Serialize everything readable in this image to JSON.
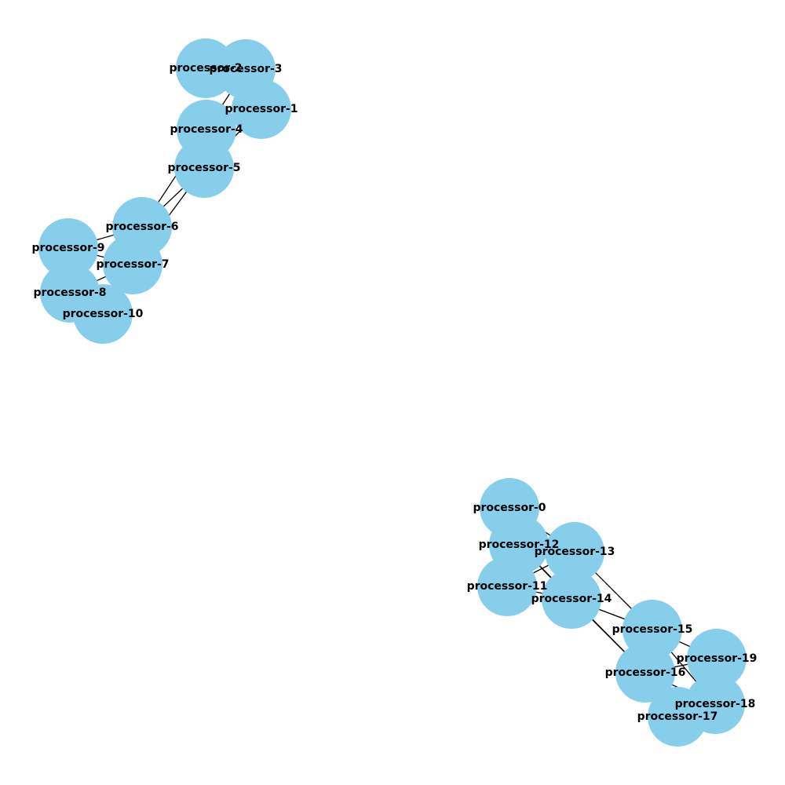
{
  "graph": {
    "node_color": "#87CEEB",
    "edge_color": "#000000",
    "label_color": "#000000",
    "nodes": [
      {
        "id": "processor-0",
        "label": "processor-0"
      },
      {
        "id": "processor-1",
        "label": "processor-1"
      },
      {
        "id": "processor-2",
        "label": "processor-2"
      },
      {
        "id": "processor-3",
        "label": "processor-3"
      },
      {
        "id": "processor-4",
        "label": "processor-4"
      },
      {
        "id": "processor-5",
        "label": "processor-5"
      },
      {
        "id": "processor-6",
        "label": "processor-6"
      },
      {
        "id": "processor-7",
        "label": "processor-7"
      },
      {
        "id": "processor-8",
        "label": "processor-8"
      },
      {
        "id": "processor-9",
        "label": "processor-9"
      },
      {
        "id": "processor-10",
        "label": "processor-10"
      },
      {
        "id": "processor-11",
        "label": "processor-11"
      },
      {
        "id": "processor-12",
        "label": "processor-12"
      },
      {
        "id": "processor-13",
        "label": "processor-13"
      },
      {
        "id": "processor-14",
        "label": "processor-14"
      },
      {
        "id": "processor-15",
        "label": "processor-15"
      },
      {
        "id": "processor-16",
        "label": "processor-16"
      },
      {
        "id": "processor-17",
        "label": "processor-17"
      },
      {
        "id": "processor-18",
        "label": "processor-18"
      },
      {
        "id": "processor-19",
        "label": "processor-19"
      }
    ],
    "edges": [
      [
        "processor-2",
        "processor-3"
      ],
      [
        "processor-2",
        "processor-1"
      ],
      [
        "processor-3",
        "processor-1"
      ],
      [
        "processor-3",
        "processor-4"
      ],
      [
        "processor-1",
        "processor-4"
      ],
      [
        "processor-1",
        "processor-5"
      ],
      [
        "processor-4",
        "processor-5"
      ],
      [
        "processor-4",
        "processor-6"
      ],
      [
        "processor-5",
        "processor-6"
      ],
      [
        "processor-5",
        "processor-7"
      ],
      [
        "processor-6",
        "processor-9"
      ],
      [
        "processor-6",
        "processor-7"
      ],
      [
        "processor-7",
        "processor-9"
      ],
      [
        "processor-7",
        "processor-8"
      ],
      [
        "processor-7",
        "processor-10"
      ],
      [
        "processor-9",
        "processor-8"
      ],
      [
        "processor-8",
        "processor-10"
      ],
      [
        "processor-0",
        "processor-12"
      ],
      [
        "processor-0",
        "processor-13"
      ],
      [
        "processor-12",
        "processor-11"
      ],
      [
        "processor-12",
        "processor-13"
      ],
      [
        "processor-12",
        "processor-14"
      ],
      [
        "processor-12",
        "processor-16"
      ],
      [
        "processor-11",
        "processor-13"
      ],
      [
        "processor-11",
        "processor-14"
      ],
      [
        "processor-13",
        "processor-14"
      ],
      [
        "processor-13",
        "processor-15"
      ],
      [
        "processor-14",
        "processor-15"
      ],
      [
        "processor-14",
        "processor-16"
      ],
      [
        "processor-15",
        "processor-16"
      ],
      [
        "processor-15",
        "processor-19"
      ],
      [
        "processor-15",
        "processor-18"
      ],
      [
        "processor-16",
        "processor-19"
      ],
      [
        "processor-16",
        "processor-17"
      ],
      [
        "processor-16",
        "processor-18"
      ],
      [
        "processor-17",
        "processor-18"
      ],
      [
        "processor-18",
        "processor-19"
      ]
    ]
  }
}
